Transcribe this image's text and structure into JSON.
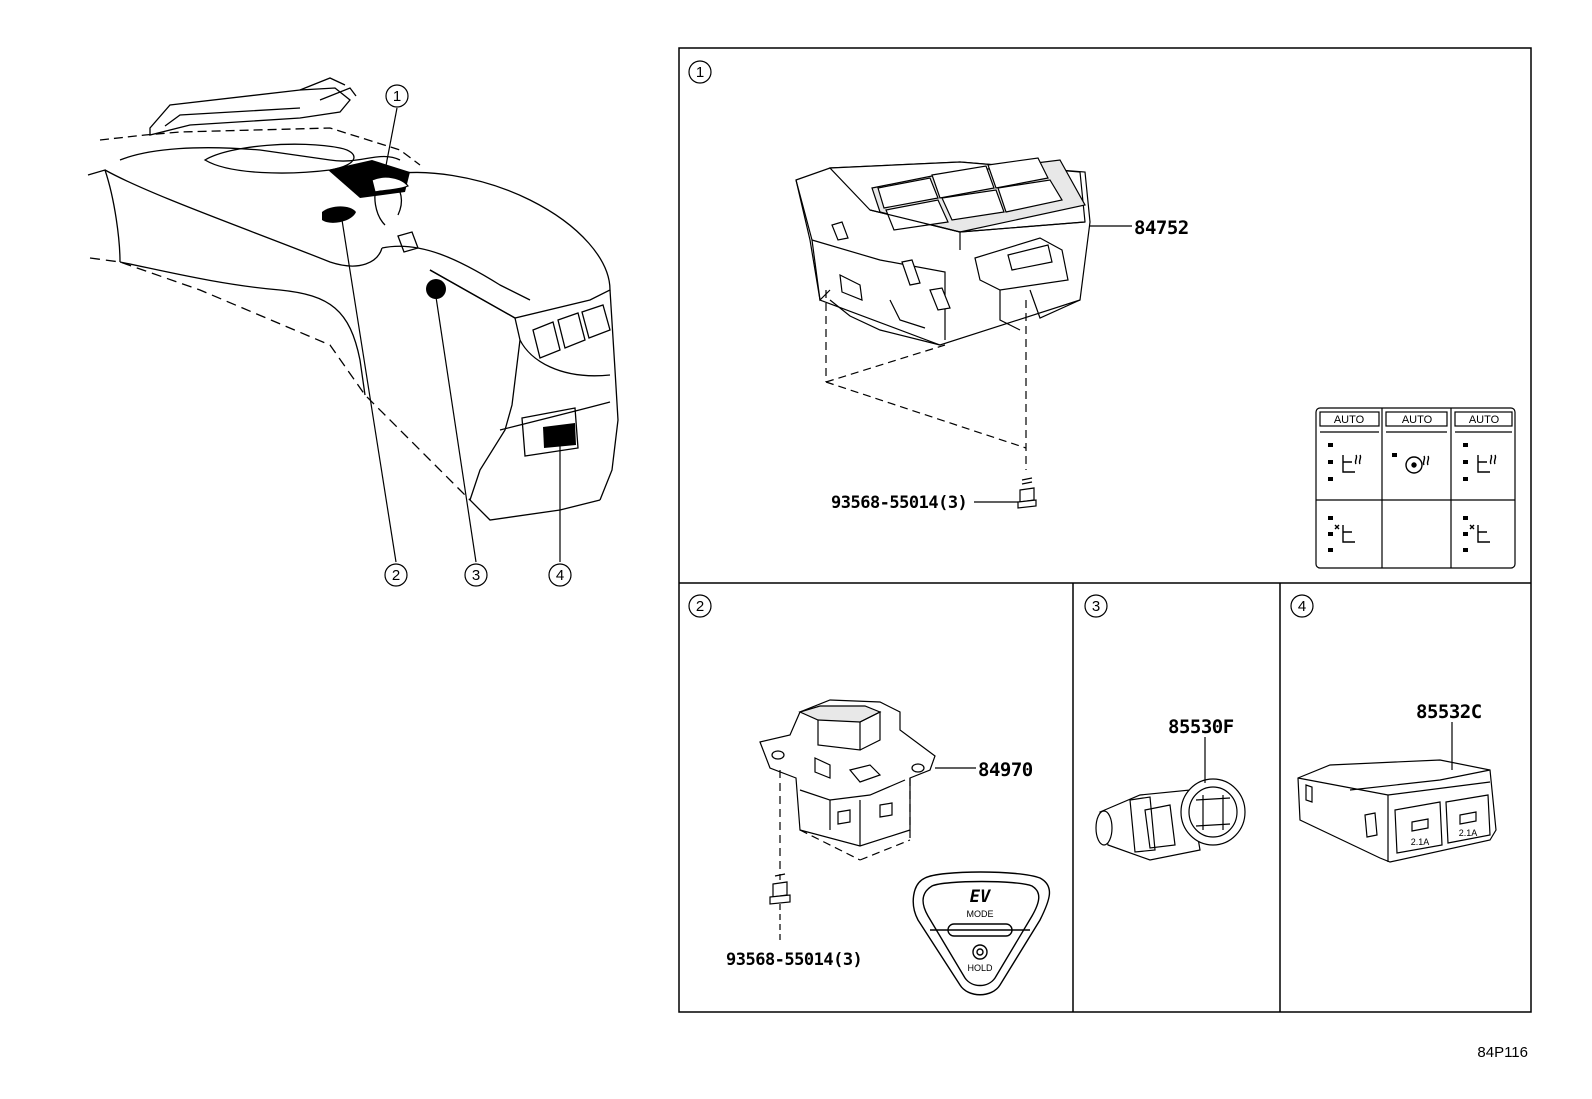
{
  "diagram": {
    "figure_code": "84P116",
    "overview": {
      "callouts": [
        "1",
        "2",
        "3",
        "4"
      ]
    },
    "panels": [
      {
        "number": "1",
        "part_number": "84752",
        "screw_label": "93568-55014(3)",
        "switch_labels": [
          "AUTO",
          "AUTO",
          "AUTO"
        ]
      },
      {
        "number": "2",
        "part_number": "84970",
        "screw_label": "93568-55014(3)",
        "switch_text": {
          "ev": "EV",
          "mode": "MODE",
          "hold": "HOLD"
        }
      },
      {
        "number": "3",
        "part_number": "85530F"
      },
      {
        "number": "4",
        "part_number": "85532C",
        "port_labels": [
          "2.1A",
          "2.1A"
        ]
      }
    ]
  }
}
